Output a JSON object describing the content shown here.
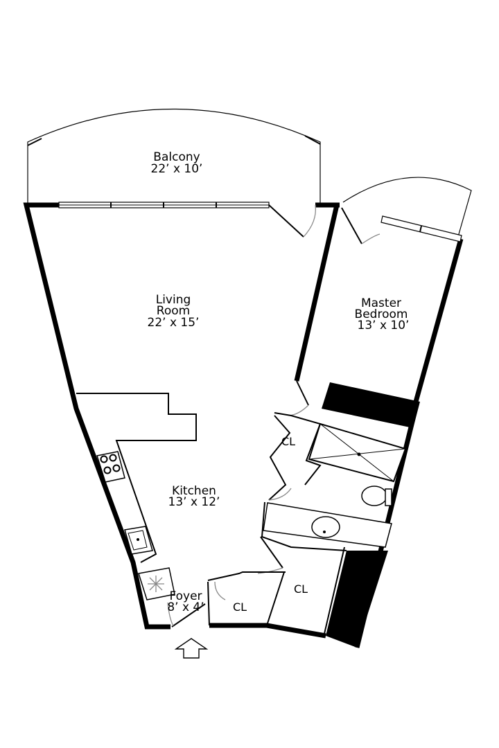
{
  "rooms": {
    "balcony": {
      "name": "Balcony",
      "size": "22’ x 10’"
    },
    "living": {
      "name_line1": "Living",
      "name_line2": "Room",
      "size": "22’ x 15’"
    },
    "bedroom": {
      "name_line1": "Master",
      "name_line2": "Bedroom",
      "size": "13’ x 10’"
    },
    "kitchen": {
      "name": "Kitchen",
      "size": "13’ x 12’"
    },
    "foyer": {
      "name": "Foyer",
      "size": "8’ x 4’"
    }
  },
  "closets": {
    "cl1": "CL",
    "cl2": "CL",
    "cl3": "CL"
  },
  "icons": {
    "entrance": "entrance-arrow-icon",
    "stove": "stove-icon",
    "sink": "sink-icon",
    "fridge": "refrigerator-icon",
    "toilet": "toilet-icon",
    "shower": "shower-icon"
  },
  "colors": {
    "wall": "#000000",
    "door_swing": "#888888",
    "background": "#ffffff"
  }
}
